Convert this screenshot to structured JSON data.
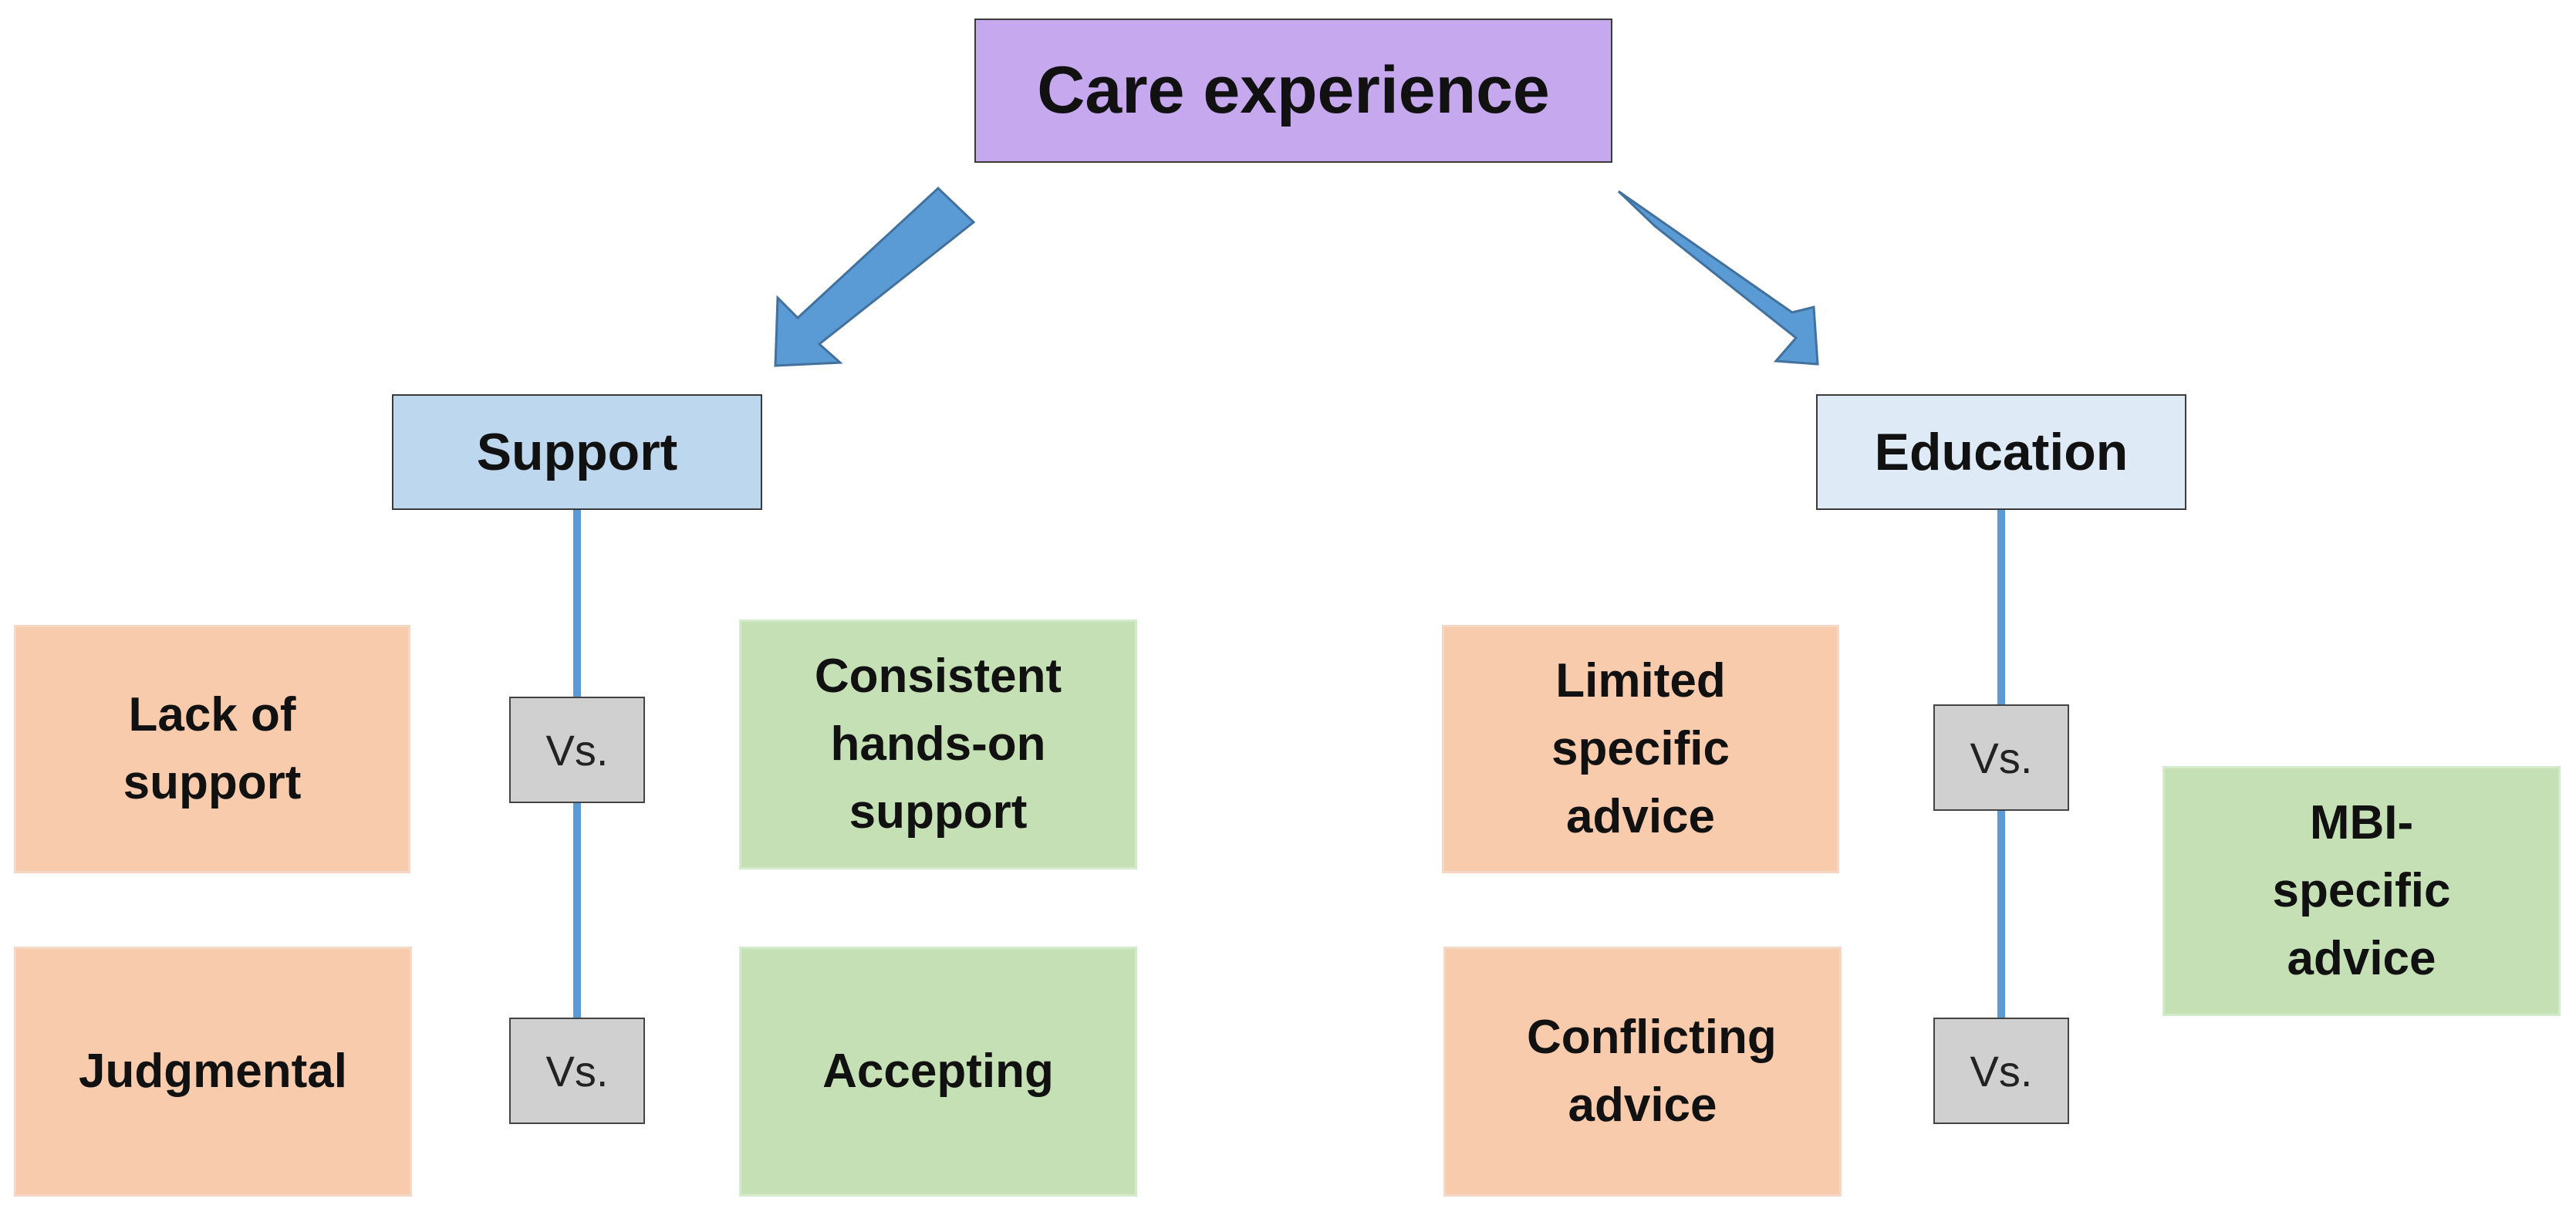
{
  "diagram": {
    "title": "Care experience",
    "branches": [
      {
        "label": "Support",
        "rows": [
          {
            "negative": "Lack of support",
            "separator": "Vs.",
            "positive": "Consistent hands-on support"
          },
          {
            "negative": "Judgmental",
            "separator": "Vs.",
            "positive": "Accepting"
          }
        ]
      },
      {
        "label": "Education",
        "rows": [
          {
            "negative": "Limited specific advice",
            "separator": "Vs."
          },
          {
            "negative": "Conflicting advice",
            "separator": "Vs."
          }
        ],
        "positive": "MBI-specific advice"
      }
    ]
  },
  "colors": {
    "title_fill": "#c6a8ee",
    "support_fill": "#bdd7ee",
    "education_fill": "#deebf7",
    "negative_fill": "#f8cbad",
    "positive_fill": "#c5e0b4",
    "separator_fill": "#d0d0d0",
    "connector": "#5b9bd5"
  }
}
